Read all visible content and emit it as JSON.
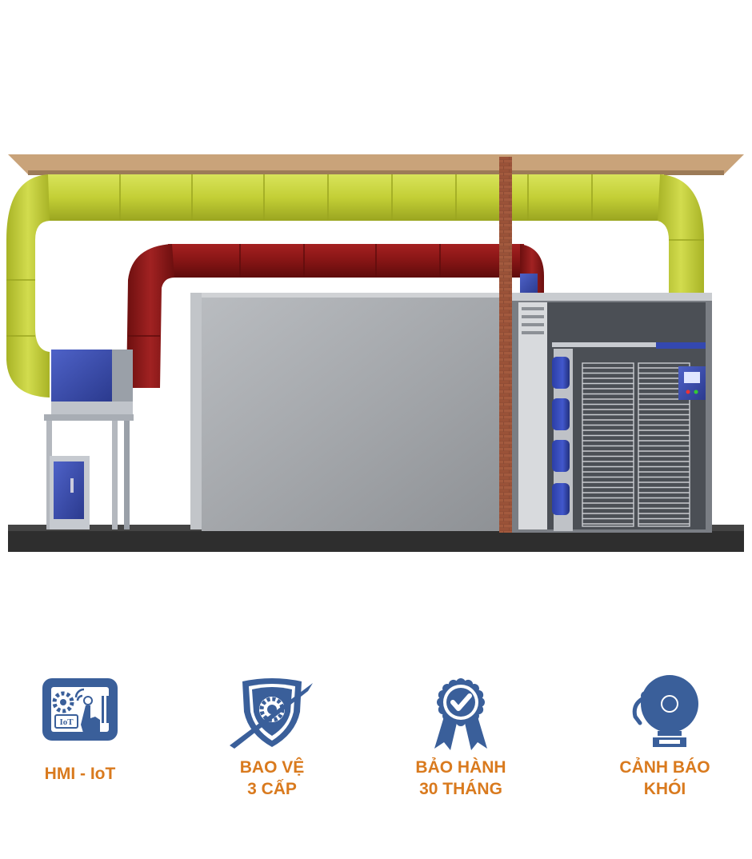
{
  "colors": {
    "accent_label": "#d97a1e",
    "icon_blue": "#3a5f9a",
    "duct_green": "#c2cf3a",
    "duct_red": "#8a1a1a"
  },
  "illustration": {
    "subject": "drying-room-system",
    "components": [
      "yellow-supply-duct",
      "red-return-duct",
      "heat-pump-unit",
      "control-cabinet",
      "drying-chamber",
      "brick-chimney",
      "trolley-racks",
      "fan-column",
      "hmi-control-panel",
      "floor-slab",
      "roof-beam"
    ]
  },
  "features": [
    {
      "icon": "hmi-iot-icon",
      "line1": "HMI - IoT",
      "line2": "",
      "icon_text": "IoT"
    },
    {
      "icon": "shield-gear-icon",
      "line1": "BAO VỆ",
      "line2": "3 CẤP"
    },
    {
      "icon": "warranty-badge-icon",
      "line1": "BẢO HÀNH",
      "line2": "30 THÁNG"
    },
    {
      "icon": "alarm-bell-icon",
      "line1": "CẢNH BÁO",
      "line2": "KHÓI"
    }
  ]
}
